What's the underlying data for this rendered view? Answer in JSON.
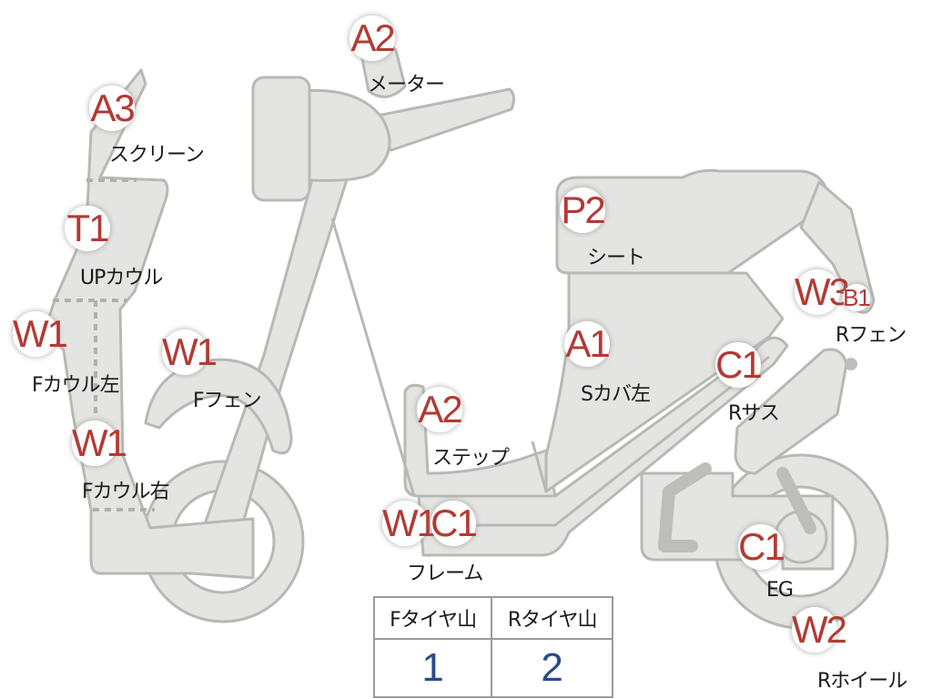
{
  "parts": [
    {
      "id": "screen",
      "code": "A3",
      "label": "スクリーン"
    },
    {
      "id": "up-cowl",
      "code": "T1",
      "label": "UPカウル"
    },
    {
      "id": "f-cowl-left",
      "code": "W1",
      "label": "Fカウル左"
    },
    {
      "id": "f-cowl-right",
      "code": "W1",
      "label": "Fカウル右"
    },
    {
      "id": "f-fender",
      "code": "W1",
      "label": "Fフェン"
    },
    {
      "id": "meter",
      "code": "A2",
      "label": "メーター"
    },
    {
      "id": "step",
      "code": "A2",
      "label": "ステップ"
    },
    {
      "id": "seat",
      "code": "P2",
      "label": "シート"
    },
    {
      "id": "s-cover-left",
      "code": "A1",
      "label": "Sカバ左"
    },
    {
      "id": "r-fender",
      "code": "W3",
      "code2": "B1",
      "label": "Rフェン"
    },
    {
      "id": "r-suspension",
      "code": "C1",
      "label": "Rサス"
    },
    {
      "id": "frame",
      "code": "W1",
      "code2": "C1",
      "label": "フレーム"
    },
    {
      "id": "engine",
      "code": "C1",
      "label": "EG"
    },
    {
      "id": "r-wheel",
      "code": "W2",
      "label": "Rホイール"
    }
  ],
  "tire_tread": {
    "headers": [
      "Fタイヤ山",
      "Rタイヤ山"
    ],
    "values": [
      "1",
      "2"
    ]
  }
}
